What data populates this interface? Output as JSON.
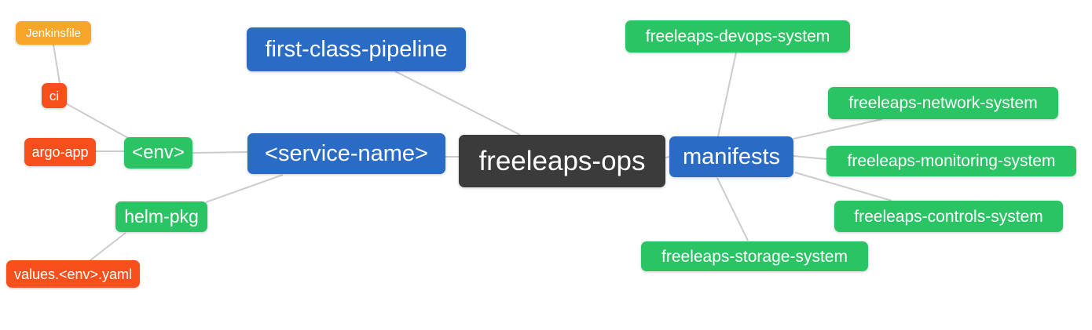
{
  "colors": {
    "blue": "#2a6cc5",
    "green": "#2bc465",
    "orange": "#f7a62a",
    "red": "#f8501d",
    "dark": "#3b3b3b",
    "line": "#cccccc",
    "background": "#ffffff",
    "text": "#ffffff"
  },
  "nodes": {
    "jenkinsfile": {
      "label": "Jenkinsfile"
    },
    "ci": {
      "label": "ci"
    },
    "argo_app": {
      "label": "argo-app"
    },
    "env": {
      "label": "<env>"
    },
    "helm_pkg": {
      "label": "helm-pkg"
    },
    "values_env_yaml": {
      "label": "values.<env>.yaml"
    },
    "first_class_pipeline": {
      "label": "first-class-pipeline"
    },
    "service_name": {
      "label": "<service-name>"
    },
    "freeleaps_ops": {
      "label": "freeleaps-ops"
    },
    "manifests": {
      "label": "manifests"
    },
    "devops_system": {
      "label": "freeleaps-devops-system"
    },
    "network_system": {
      "label": "freeleaps-network-system"
    },
    "monitoring_system": {
      "label": "freeleaps-monitoring-system"
    },
    "controls_system": {
      "label": "freeleaps-controls-system"
    },
    "storage_system": {
      "label": "freeleaps-storage-system"
    }
  },
  "edges": [
    {
      "from": "Jenkinsfile",
      "to": "ci"
    },
    {
      "from": "ci",
      "to": "<env>"
    },
    {
      "from": "argo-app",
      "to": "<env>"
    },
    {
      "from": "<env>",
      "to": "<service-name>"
    },
    {
      "from": "helm-pkg",
      "to": "<service-name>"
    },
    {
      "from": "values.<env>.yaml",
      "to": "helm-pkg"
    },
    {
      "from": "first-class-pipeline",
      "to": "freeleaps-ops"
    },
    {
      "from": "<service-name>",
      "to": "freeleaps-ops"
    },
    {
      "from": "freeleaps-ops",
      "to": "manifests"
    },
    {
      "from": "freeleaps-devops-system",
      "to": "manifests"
    },
    {
      "from": "manifests",
      "to": "freeleaps-network-system"
    },
    {
      "from": "manifests",
      "to": "freeleaps-monitoring-system"
    },
    {
      "from": "manifests",
      "to": "freeleaps-controls-system"
    },
    {
      "from": "manifests",
      "to": "freeleaps-storage-system"
    }
  ]
}
